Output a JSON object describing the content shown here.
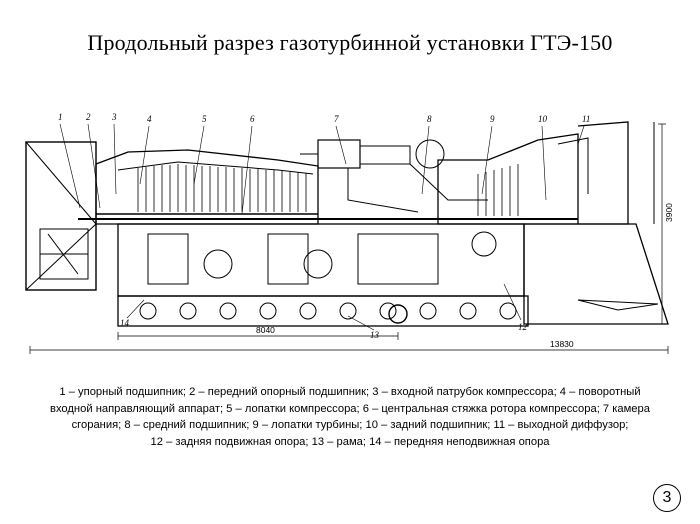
{
  "title": "Продольный разрез газотурбинной установки ГТЭ-150",
  "callouts": [
    "1",
    "2",
    "3",
    "4",
    "5",
    "6",
    "7",
    "8",
    "9",
    "10",
    "11",
    "12",
    "13",
    "14"
  ],
  "dimensions": {
    "frame_length": "8040",
    "total_length": "13830",
    "height": "3900"
  },
  "caption_lines": [
    "1 – упорный подшипник; 2 – передний опорный подшипник; 3 – входной патрубок компрессора; 4 – поворотный",
    "входной направляющий аппарат; 5 – лопатки компрессора; 6 – центральная стяжка ротора компрессора; 7 камера",
    "сгорания; 8 – средний подшипник; 9 – лопатки турбины; 10 – задний подшипник; 11 – выходной диффузор;",
    "12 – задняя подвижная опора; 13 – рама; 14 – передняя неподвижная опора"
  ],
  "page_number": "3"
}
